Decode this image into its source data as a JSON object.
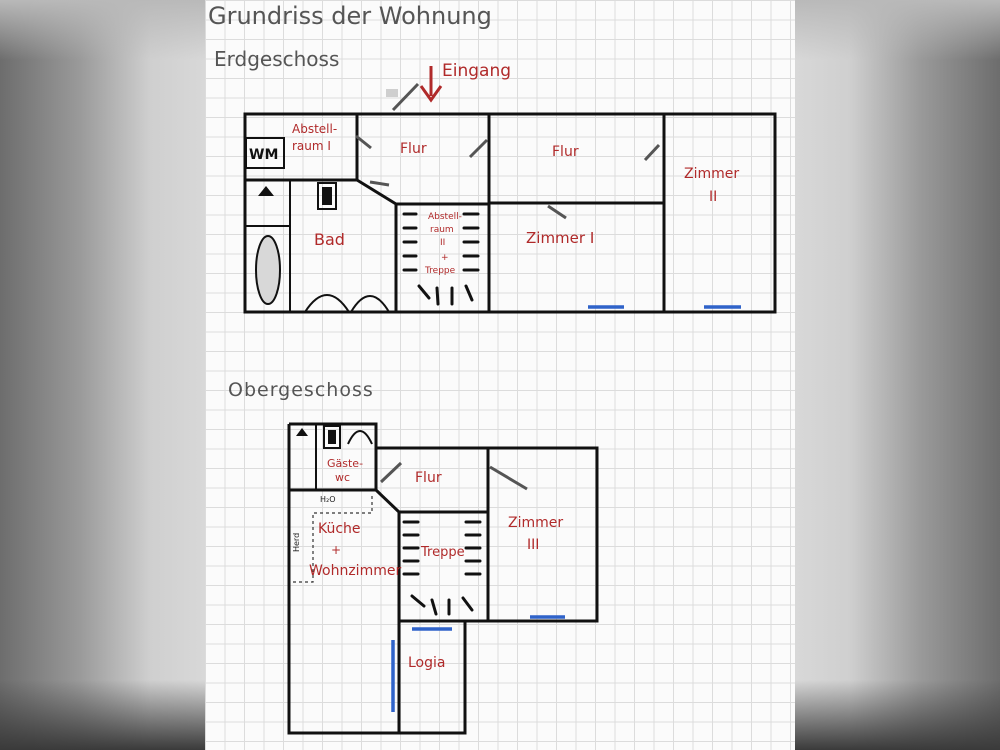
{
  "title": "Grundriss der Wohnung",
  "floors": {
    "ground": {
      "heading": "Erdgeschoss",
      "entrance": "Eingang",
      "rooms": {
        "abstellraum1_a": "Abstell-",
        "abstellraum1_b": "raum I",
        "wm": "WM",
        "flur_left": "Flur",
        "flur_right": "Flur",
        "zimmer2_a": "Zimmer",
        "zimmer2_b": "II",
        "bad": "Bad",
        "abstellraum2_a": "Abstell-",
        "abstellraum2_b": "raum",
        "abstellraum2_c": "II",
        "abstellraum2_d": "+",
        "abstellraum2_e": "Treppe",
        "zimmer1": "Zimmer I"
      }
    },
    "upper": {
      "heading": "Obergeschoss",
      "rooms": {
        "gaestewc_a": "Gäste-",
        "gaestewc_b": "wc",
        "flur": "Flur",
        "zimmer3_a": "Zimmer",
        "zimmer3_b": "III",
        "kueche_a": "Küche",
        "kueche_b": "+",
        "kueche_c": "Wohnzimmer",
        "herd": "Herd",
        "h2o": "H₂O",
        "treppe": "Treppe",
        "loggia": "Logia"
      }
    }
  },
  "colors": {
    "label": "#b02a2a",
    "window": "#2f63c9",
    "wall": "#111111"
  }
}
